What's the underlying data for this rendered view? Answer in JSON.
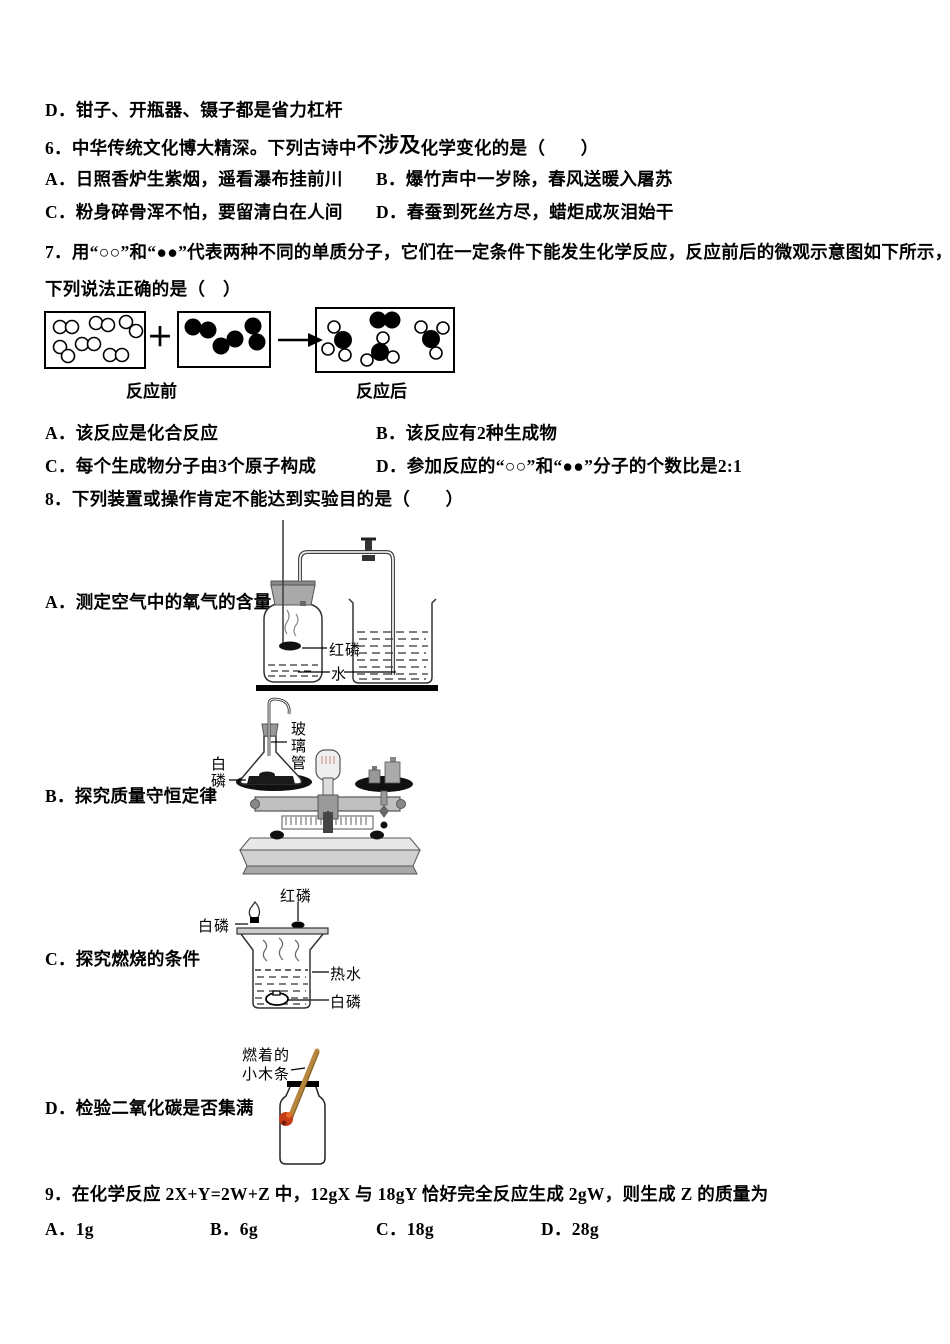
{
  "exam": {
    "prev_option_d": "D．钳子、开瓶器、镊子都是省力杠杆",
    "q6": {
      "stem_prefix": "6．中华传统文化博大精深。下列古诗中",
      "stem_emphasis": "不涉及",
      "stem_suffix": "化学变化的是（　　）",
      "option_a": "A．日照香炉生紫烟，遥看瀑布挂前川",
      "option_b": "B．爆竹声中一岁除，春风送暖入屠苏",
      "option_c": "C．粉身碎骨浑不怕，要留清白在人间",
      "option_d": "D．春蚕到死丝方尽，蜡炬成灰泪始干"
    },
    "q7": {
      "stem_line1": "7．用“○○”和“●●”代表两种不同的单质分子，它们在一定条件下能发生化学反应，反应前后的微观示意图如下所示，",
      "stem_line2": "下列说法正确的是（　）",
      "figure": {
        "plus_sign": "＋",
        "label_before": "反应前",
        "label_after": "反应后",
        "white_diatomic_molecules_before": 6,
        "black_diatomic_molecules_before": 3,
        "product_xy3_molecules_after": 3,
        "black_diatomic_remaining_after": 1
      },
      "option_a": "A．该反应是化合反应",
      "option_b": "B．该反应有2种生成物",
      "option_c": "C．每个生成物分子由3个原子构成",
      "option_d": "D．参加反应的“○○”和“●●”分子的个数比是2:1"
    },
    "q8": {
      "stem": "8．下列装置或操作肯定不能达到实验目的是（　　）",
      "item_a_label": "A．测定空气中的氧气的含量",
      "item_b_label": "B．探究质量守恒定律",
      "item_c_label": "C．探究燃烧的条件",
      "item_d_label": "D．检验二氧化碳是否集满",
      "ann_a_red_phosphorus": "红磷",
      "ann_a_water": "水",
      "ann_b_glass_tube": "玻璃管",
      "ann_b_white_phosphorus": "白磷",
      "ann_c_red_phosphorus": "红磷",
      "ann_c_white_phosphorus_plate": "白磷",
      "ann_c_hot_water": "热水",
      "ann_c_white_phosphorus_water": "白磷",
      "ann_d_burning_line1": "燃着的",
      "ann_d_burning_line2": "小木条"
    },
    "q9": {
      "stem": "9．在化学反应 2X+Y=2W+Z 中，12gX 与 18gY 恰好完全反应生成 2gW，则生成 Z 的质量为",
      "option_a": "A．1g",
      "option_b": "B．6g",
      "option_c": "C．18g",
      "option_d": "D．28g"
    }
  }
}
